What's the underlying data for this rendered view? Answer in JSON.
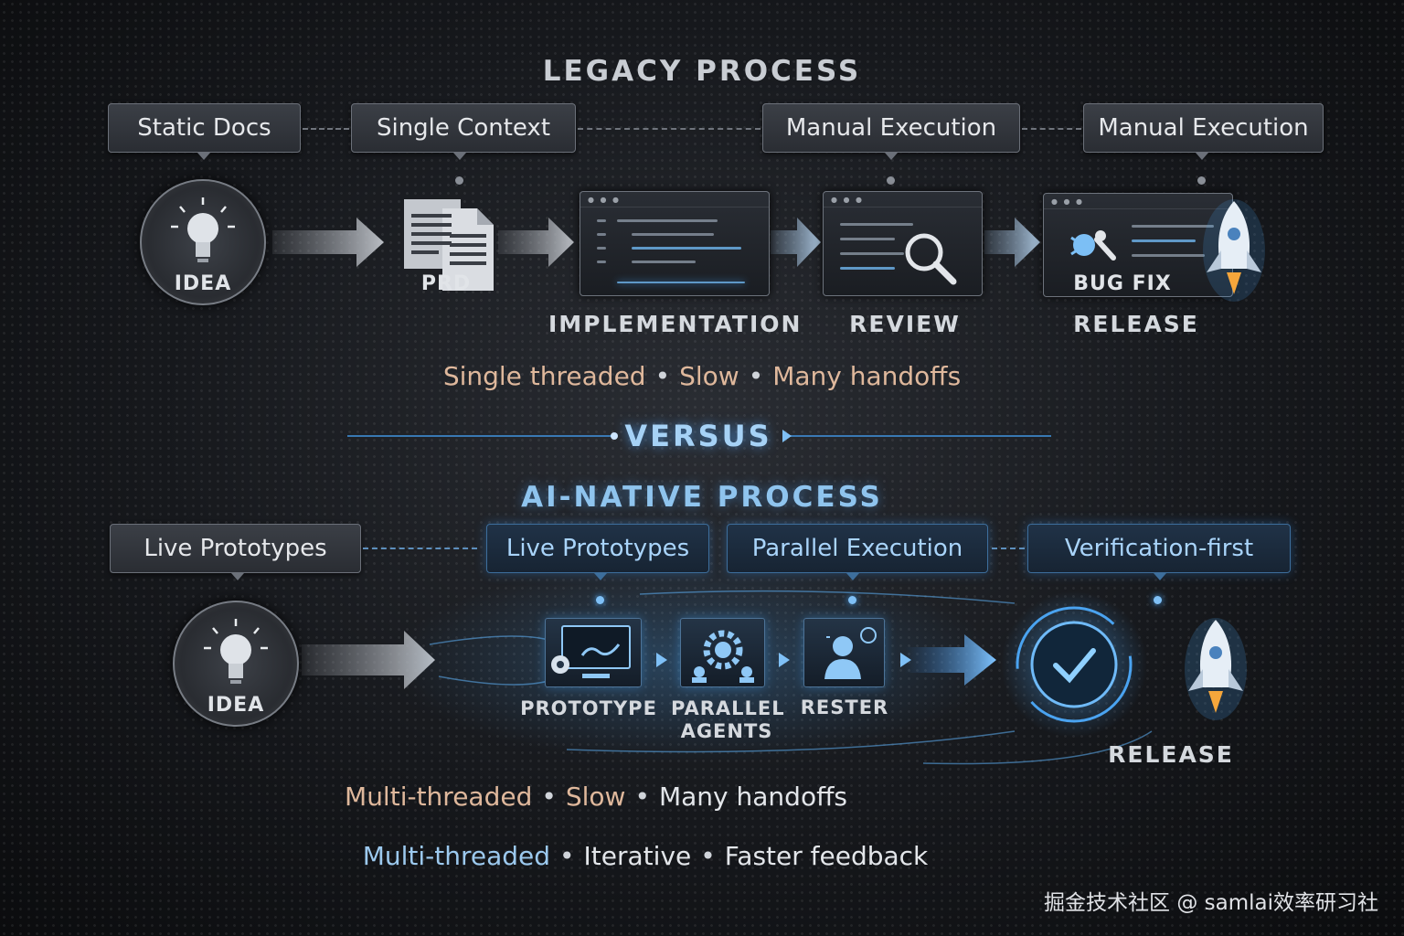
{
  "legacy": {
    "title": "LEGACY PROCESS",
    "labels": [
      "Static Docs",
      "Single Context",
      "Manual Execution",
      "Manual Execution"
    ],
    "nodes": {
      "idea": "IDEA",
      "prd": "PRD",
      "bugfix": "BUG FIX"
    },
    "stages": [
      "IMPLEMENTATION",
      "REVIEW",
      "RELEASE"
    ],
    "tagline": [
      "Single threaded",
      "Slow",
      "Many handoffs"
    ]
  },
  "versus": "VERSUS",
  "ai": {
    "title": "AI-NATIVE PROCESS",
    "labels": [
      "Live Prototypes",
      "Live Prototypes",
      "Parallel Execution",
      "Verification-first"
    ],
    "nodes": {
      "idea": "IDEA"
    },
    "stages": [
      "PROTOTYPE",
      "PARALLEL\nAGENTS",
      "RESTER",
      "RELEASE"
    ],
    "tagline1": [
      "Multi-threaded",
      "Slow",
      "Many handoffs"
    ],
    "tagline2": [
      "Multi-threaded",
      "Iterative",
      "Faster feedback"
    ]
  },
  "separator": "•",
  "watermark": "掘金技术社区 @ samlai效率研习社",
  "colors": {
    "accent_blue": "#4aa3f0",
    "warm_text": "#dfb89c",
    "cool_text": "#9cc9ee"
  },
  "icons": [
    "lightbulb-icon",
    "document-icon",
    "code-window-icon",
    "magnifier-icon",
    "bug-wrench-icon",
    "rocket-icon",
    "gear-icon",
    "person-icon",
    "checkmark-cycle-icon"
  ]
}
